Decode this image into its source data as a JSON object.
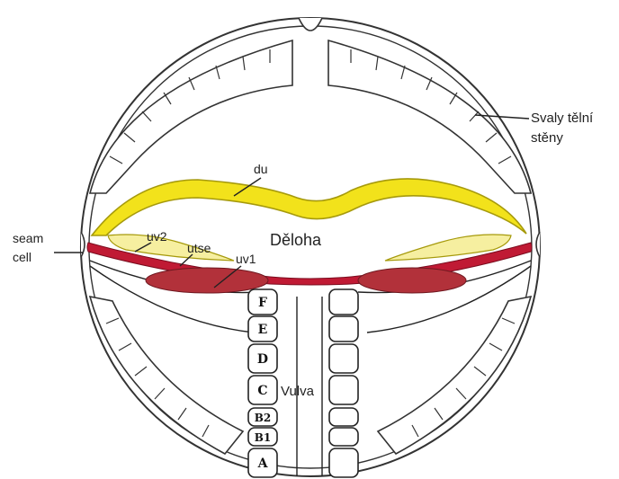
{
  "labels": {
    "body_wall_muscles": [
      "Svaly tělní",
      "stěny"
    ],
    "du": "du",
    "uterus": "Děloha",
    "seam_cell": [
      "seam",
      "cell"
    ],
    "uv2": "uv2",
    "utse": "utse",
    "uv1": "uv1",
    "vulva": "Vulva"
  },
  "vulval_cells": [
    "F",
    "E",
    "D",
    "C",
    "B2",
    "B1",
    "A"
  ],
  "colors": {
    "du": "#f2e21b",
    "du_stroke": "#a69a0c",
    "uv2": "#f6efa0",
    "utse": "#c01a34",
    "uv1": "#b2313a",
    "outline": "#333333"
  }
}
